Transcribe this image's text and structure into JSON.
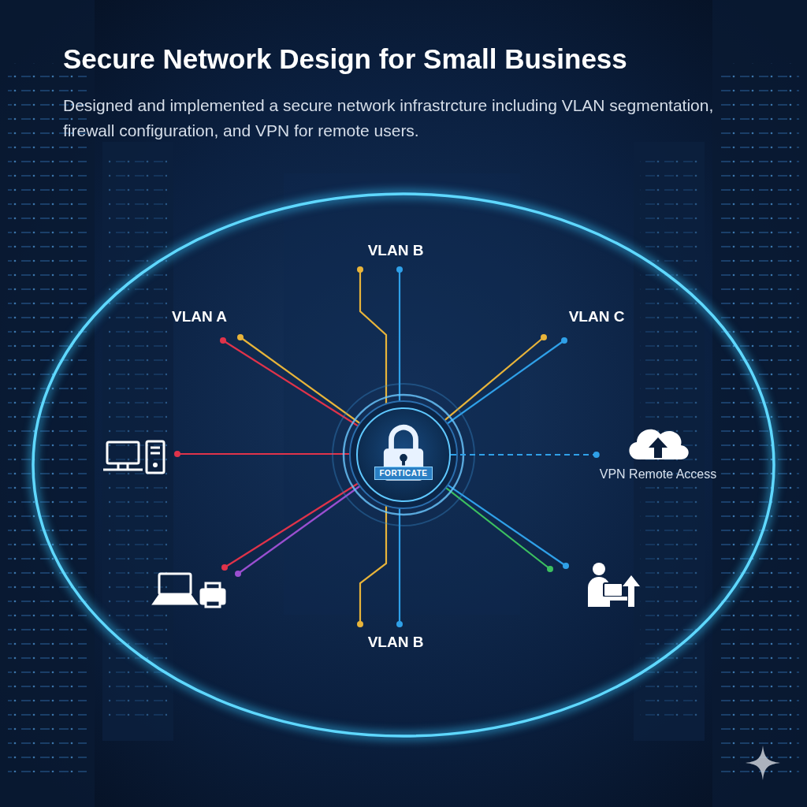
{
  "diagram": {
    "title": "Secure Network Design for Small Business",
    "caption": "Designed and implemented a secure network infrastrcture including VLAN segmentation, firewall configuration, and VPN for remote users.",
    "nodes": [
      {
        "text": [
          "FORTICATE"
        ]
      },
      {
        "text": [
          "VPN Remote Access"
        ]
      }
    ],
    "edges": [
      {
        "from": 0,
        "to": 1,
        "arrow": "none"
      }
    ],
    "labels": [
      "VLAN B",
      "VLAN A",
      "VLAN C",
      "VLAN B"
    ]
  }
}
